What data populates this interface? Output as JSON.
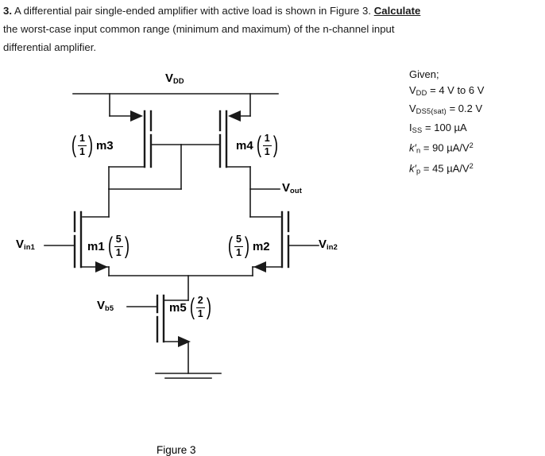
{
  "problem": {
    "number": "3.",
    "line1_a": "A differential pair single-ended amplifier with active load is shown in Figure 3.",
    "line1_emphasis": "Calculate",
    "line2": "the worst-case input common range (minimum and maximum) of the n-channel input",
    "line3": "differential amplifier."
  },
  "given": {
    "heading": "Given;",
    "items": [
      {
        "symbol": "V",
        "sub": "DD",
        "rest": " = 4 V to 6 V"
      },
      {
        "symbol": "V",
        "sub": "DS5(sat)",
        "rest": " = 0.2 V"
      },
      {
        "symbol": "I",
        "sub": "SS",
        "rest": " = 100 µA"
      },
      {
        "symbol": "k′",
        "sub": "n",
        "rest": " = 90 µA/V",
        "sup": "2"
      },
      {
        "symbol": "k′",
        "sub": "p",
        "rest": " = 45 µA/V",
        "sup": "2"
      }
    ]
  },
  "circuit": {
    "caption": "Figure 3",
    "rail_label": {
      "symbol": "V",
      "sub": "DD"
    },
    "nodes": {
      "vout": {
        "symbol": "V",
        "sub": "out"
      },
      "vin1": {
        "symbol": "V",
        "sub": "in1"
      },
      "vin2": {
        "symbol": "V",
        "sub": "in2"
      },
      "vb5": {
        "symbol": "V",
        "sub": "b5"
      }
    },
    "transistors": [
      {
        "name": "m3",
        "type": "pmos",
        "ratio_num": "1",
        "ratio_den": "1",
        "ratio_side": "left"
      },
      {
        "name": "m4",
        "type": "pmos",
        "ratio_num": "1",
        "ratio_den": "1",
        "ratio_side": "right"
      },
      {
        "name": "m1",
        "type": "nmos",
        "ratio_num": "5",
        "ratio_den": "1",
        "ratio_side": "right"
      },
      {
        "name": "m2",
        "type": "nmos",
        "ratio_num": "5",
        "ratio_den": "1",
        "ratio_side": "left"
      },
      {
        "name": "m5",
        "type": "nmos",
        "ratio_num": "2",
        "ratio_den": "1",
        "ratio_side": "right"
      }
    ],
    "ground_symbol": "ground-symbol",
    "wire_color": "#1a1a1a"
  }
}
